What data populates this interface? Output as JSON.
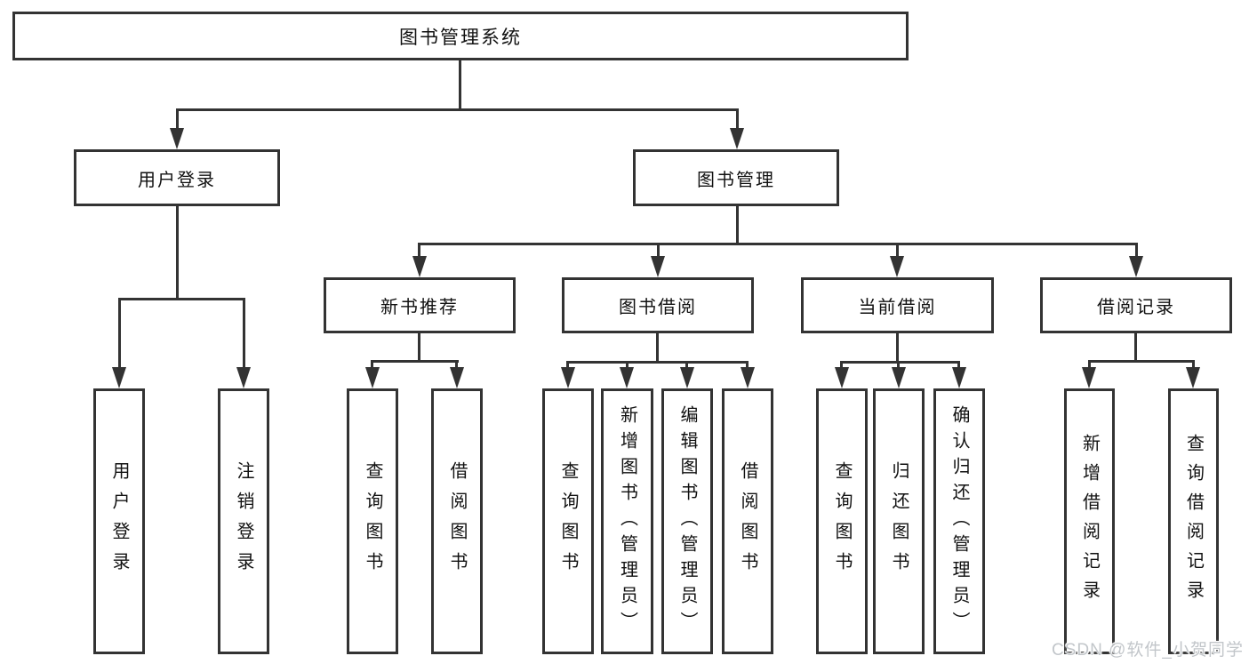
{
  "diagram": {
    "root": {
      "label": "图书管理系统"
    },
    "branches": [
      {
        "label": "用户登录",
        "children": [
          {
            "label": "用户登录"
          },
          {
            "label": "注销登录"
          }
        ]
      },
      {
        "label": "图书管理",
        "children": [
          {
            "label": "新书推荐",
            "children": [
              {
                "label": "查询图书"
              },
              {
                "label": "借阅图书"
              }
            ]
          },
          {
            "label": "图书借阅",
            "children": [
              {
                "label": "查询图书"
              },
              {
                "label": "新增图书（管理员）"
              },
              {
                "label": "编辑图书（管理员）"
              },
              {
                "label": "借阅图书"
              }
            ]
          },
          {
            "label": "当前借阅",
            "children": [
              {
                "label": "查询图书"
              },
              {
                "label": "归还图书"
              },
              {
                "label": "确认归还（管理员）"
              }
            ]
          },
          {
            "label": "借阅记录",
            "children": [
              {
                "label": "新增借阅记录"
              },
              {
                "label": "查询借阅记录"
              }
            ]
          }
        ]
      }
    ]
  },
  "watermark": {
    "text": "CSDN @软件_小贺同学"
  },
  "colors": {
    "line": "#333333",
    "text": "#111111",
    "background": "#ffffff",
    "watermark": "#c2c6ca"
  }
}
